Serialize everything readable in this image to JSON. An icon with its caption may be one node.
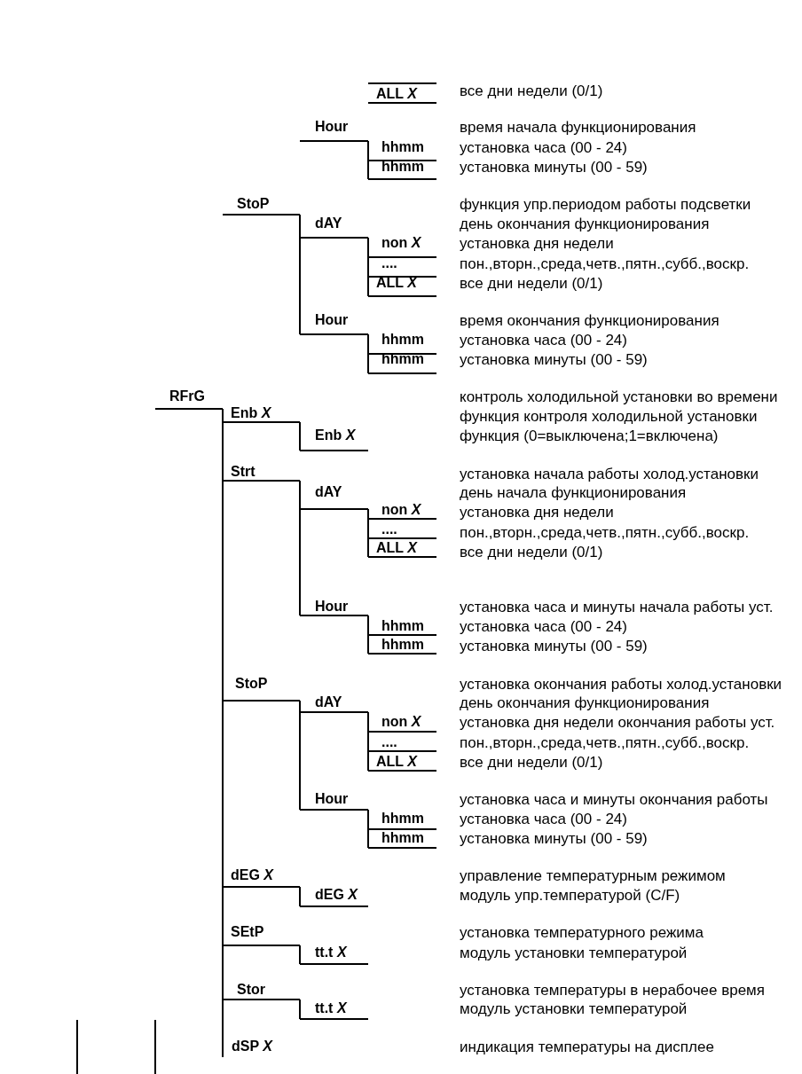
{
  "diagram": {
    "nodes": [
      {
        "text": [
          "ALL *X*"
        ]
      },
      {
        "text": [
          "Hour"
        ]
      },
      {
        "text": [
          "hhmm"
        ]
      },
      {
        "text": [
          "hhmm"
        ]
      },
      {
        "text": [
          "StoP"
        ]
      },
      {
        "text": [
          "dAY"
        ]
      },
      {
        "text": [
          "non *X*"
        ]
      },
      {
        "text": [
          "...."
        ]
      },
      {
        "text": [
          "ALL *X*"
        ]
      },
      {
        "text": [
          "Hour"
        ]
      },
      {
        "text": [
          "hhmm"
        ]
      },
      {
        "text": [
          "hhmm"
        ]
      },
      {
        "text": [
          "RFrG"
        ]
      },
      {
        "text": [
          "Enb *X*"
        ]
      },
      {
        "text": [
          "Enb *X*"
        ]
      },
      {
        "text": [
          "Strt"
        ]
      },
      {
        "text": [
          "dAY"
        ]
      },
      {
        "text": [
          "non *X*"
        ]
      },
      {
        "text": [
          "...."
        ]
      },
      {
        "text": [
          "ALL *X*"
        ]
      },
      {
        "text": [
          "Hour"
        ]
      },
      {
        "text": [
          "hhmm"
        ]
      },
      {
        "text": [
          "hhmm"
        ]
      },
      {
        "text": [
          "StoP"
        ]
      },
      {
        "text": [
          "dAY"
        ]
      },
      {
        "text": [
          "non *X*"
        ]
      },
      {
        "text": [
          "...."
        ]
      },
      {
        "text": [
          "ALL *X*"
        ]
      },
      {
        "text": [
          "Hour"
        ]
      },
      {
        "text": [
          "hhmm"
        ]
      },
      {
        "text": [
          "hhmm"
        ]
      },
      {
        "text": [
          "dEG *X*"
        ]
      },
      {
        "text": [
          "dEG *X*"
        ]
      },
      {
        "text": [
          "SEtP"
        ]
      },
      {
        "text": [
          "tt.t *X*"
        ]
      },
      {
        "text": [
          "Stor"
        ]
      },
      {
        "text": [
          "tt.t *X*"
        ]
      },
      {
        "text": [
          "dSP *X*"
        ]
      }
    ],
    "edges": [
      {
        "from": 1,
        "to": 2,
        "arrow": "none"
      },
      {
        "from": 1,
        "to": 3,
        "arrow": "none"
      },
      {
        "from": 4,
        "to": 5,
        "arrow": "none"
      },
      {
        "from": 4,
        "to": 9,
        "arrow": "none"
      },
      {
        "from": 5,
        "to": 6,
        "arrow": "none"
      },
      {
        "from": 5,
        "to": 7,
        "arrow": "none"
      },
      {
        "from": 5,
        "to": 8,
        "arrow": "none"
      },
      {
        "from": 9,
        "to": 10,
        "arrow": "none"
      },
      {
        "from": 9,
        "to": 11,
        "arrow": "none"
      },
      {
        "from": 12,
        "to": 13,
        "arrow": "none"
      },
      {
        "from": 12,
        "to": 15,
        "arrow": "none"
      },
      {
        "from": 12,
        "to": 23,
        "arrow": "none"
      },
      {
        "from": 12,
        "to": 31,
        "arrow": "none"
      },
      {
        "from": 12,
        "to": 33,
        "arrow": "none"
      },
      {
        "from": 12,
        "to": 35,
        "arrow": "none"
      },
      {
        "from": 12,
        "to": 37,
        "arrow": "none"
      },
      {
        "from": 13,
        "to": 14,
        "arrow": "none"
      },
      {
        "from": 15,
        "to": 16,
        "arrow": "none"
      },
      {
        "from": 15,
        "to": 20,
        "arrow": "none"
      },
      {
        "from": 16,
        "to": 17,
        "arrow": "none"
      },
      {
        "from": 16,
        "to": 18,
        "arrow": "none"
      },
      {
        "from": 16,
        "to": 19,
        "arrow": "none"
      },
      {
        "from": 20,
        "to": 21,
        "arrow": "none"
      },
      {
        "from": 20,
        "to": 22,
        "arrow": "none"
      },
      {
        "from": 23,
        "to": 24,
        "arrow": "none"
      },
      {
        "from": 23,
        "to": 28,
        "arrow": "none"
      },
      {
        "from": 24,
        "to": 25,
        "arrow": "none"
      },
      {
        "from": 24,
        "to": 26,
        "arrow": "none"
      },
      {
        "from": 24,
        "to": 27,
        "arrow": "none"
      },
      {
        "from": 28,
        "to": 29,
        "arrow": "none"
      },
      {
        "from": 28,
        "to": 30,
        "arrow": "none"
      },
      {
        "from": 31,
        "to": 32,
        "arrow": "none"
      },
      {
        "from": 33,
        "to": 34,
        "arrow": "none"
      },
      {
        "from": 35,
        "to": 36,
        "arrow": "none"
      }
    ],
    "labels": [
      "все дни недели (0/1)",
      "время начала функционирования",
      "установка часа (00 - 24)",
      "установка минуты (00 - 59)",
      "функция упр.периодом работы подсветки",
      "день окончания функционирования",
      "установка дня недели",
      "пон.,вторн.,среда,четв.,пятн.,субб.,воскр.",
      "все дни недели (0/1)",
      "время окончания функционирования",
      "установка часа (00 - 24)",
      "установка минуты (00 - 59)",
      "контроль холодильной установки во времени",
      "функция контроля холодильной установки",
      "функция (0=выключена;1=включена)",
      "установка начала работы холод.установки",
      "день начала функционирования",
      "установка дня недели",
      "пон.,вторн.,среда,четв.,пятн.,субб.,воскр.",
      "все дни недели (0/1)",
      "установка часа и минуты начала работы уст.",
      "установка часа (00 - 24)",
      "установка минуты (00 - 59)",
      "установка окончания работы холод.установки",
      "день окончания функционирования",
      "установка дня недели окончания работы уст.",
      "пон.,вторн.,среда,четв.,пятн.,субб.,воскр.",
      "все дни недели (0/1)",
      "установка часа и минуты окончания работы",
      "установка часа (00 - 24)",
      "установка минуты (00 - 59)",
      "управление температурным режимом",
      "модуль упр.температурой (C/F)",
      "установка температурного режима",
      "модуль установки температурой",
      "установка температуры в нерабочее время",
      "модуль установки температурой",
      "индикация температуры на дисплее"
    ]
  }
}
